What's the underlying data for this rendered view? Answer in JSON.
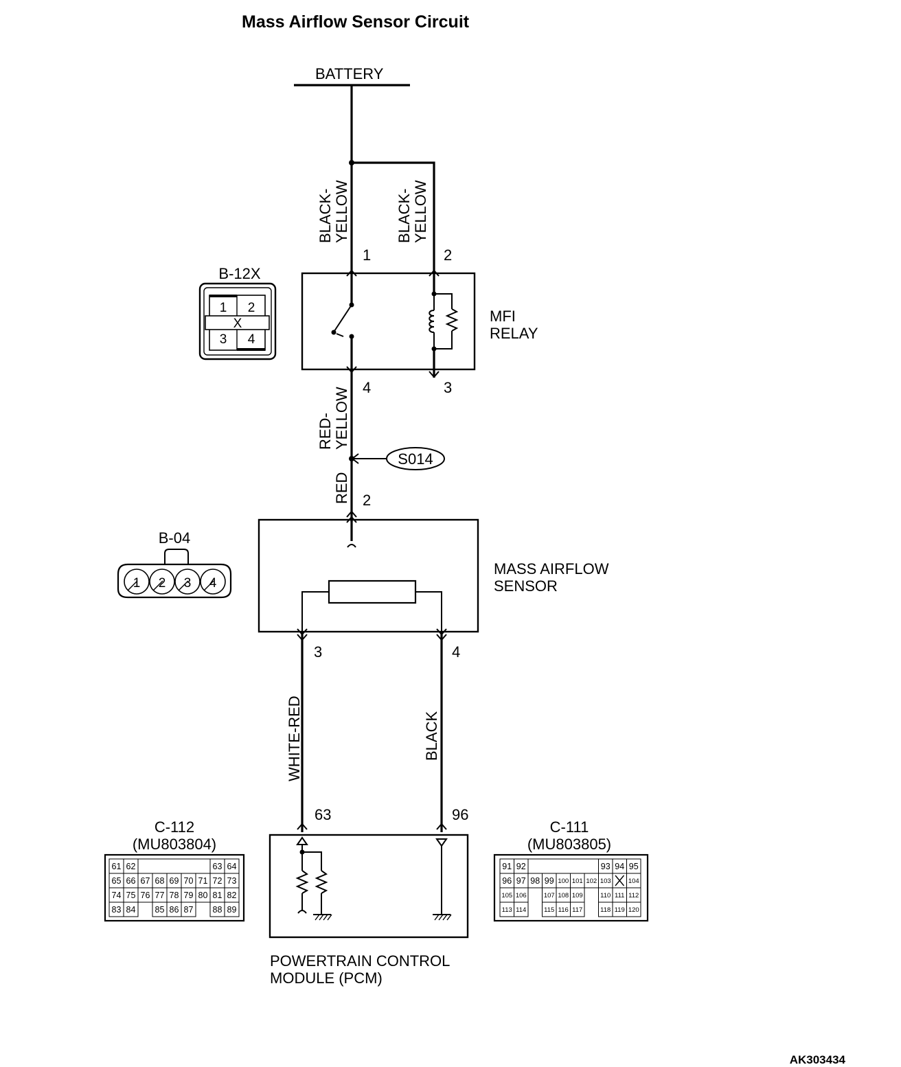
{
  "title": "Mass Airflow Sensor Circuit",
  "battery_label": "BATTERY",
  "wires": {
    "relay_pin1": [
      "BLACK-",
      "YELLOW"
    ],
    "relay_pin2": [
      "BLACK-",
      "YELLOW"
    ],
    "relay_to_splice": [
      "RED-",
      "YELLOW"
    ],
    "splice_to_maf": "RED",
    "maf_pin3": "WHITE-RED",
    "maf_pin4": "BLACK"
  },
  "relay": {
    "label_line1": "MFI",
    "label_line2": "RELAY",
    "pins": {
      "p1": "1",
      "p2": "2",
      "p3": "3",
      "p4": "4"
    }
  },
  "splice": {
    "label": "S014"
  },
  "maf_sensor": {
    "label_line1": "MASS AIRFLOW",
    "label_line2": "SENSOR",
    "pins": {
      "p2": "2",
      "p3": "3",
      "p4": "4"
    }
  },
  "pcm": {
    "label_line1": "POWERTRAIN CONTROL",
    "label_line2": "MODULE (PCM)",
    "pins": {
      "p63": "63",
      "p96": "96"
    }
  },
  "connectors": {
    "b12x": {
      "name": "B-12X",
      "cells": [
        "1",
        "2",
        "X",
        "3",
        "4"
      ]
    },
    "b04": {
      "name": "B-04",
      "cells": [
        "1",
        "2",
        "3",
        "4"
      ]
    },
    "c112": {
      "name": "C-112",
      "part": "(MU803804)",
      "rows": [
        [
          "61",
          "62",
          "",
          "",
          "",
          "",
          "",
          "63",
          "64"
        ],
        [
          "65",
          "66",
          "67",
          "68",
          "69",
          "70",
          "71",
          "72",
          "73"
        ],
        [
          "74",
          "75",
          "76",
          "77",
          "78",
          "79",
          "80",
          "81",
          "82"
        ],
        [
          "83",
          "84",
          "",
          "85",
          "86",
          "87",
          "",
          "88",
          "89"
        ]
      ]
    },
    "c111": {
      "name": "C-111",
      "part": "(MU803805)",
      "rows": [
        [
          "91",
          "92",
          "",
          "",
          "",
          "",
          "",
          "93",
          "94",
          "95"
        ],
        [
          "96",
          "97",
          "98",
          "99",
          "100",
          "101",
          "102",
          "103",
          "",
          "104"
        ],
        [
          "105",
          "106",
          "",
          "107",
          "108",
          "109",
          "",
          "110",
          "111",
          "112"
        ],
        [
          "113",
          "114",
          "",
          "115",
          "116",
          "117",
          "",
          "118",
          "119",
          "120"
        ]
      ]
    }
  },
  "figure_id": "AK303434"
}
